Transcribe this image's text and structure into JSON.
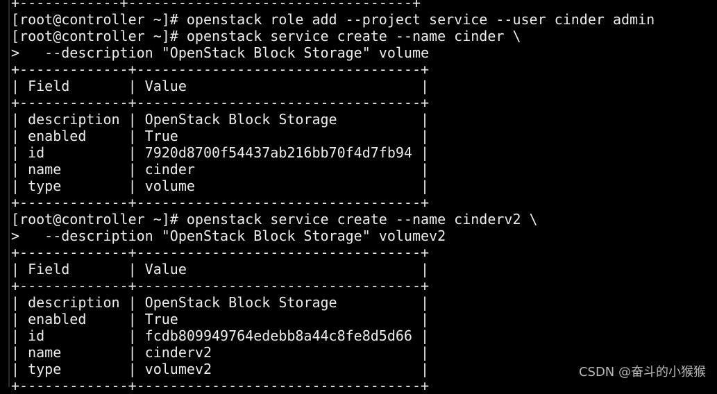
{
  "terminal": {
    "lines": [
      "+------------+----------------------------------+",
      "[root@controller ~]# openstack role add --project service --user cinder admin",
      "[root@controller ~]# openstack service create --name cinder \\",
      ">   --description \"OpenStack Block Storage\" volume",
      "+-------------+----------------------------------+",
      "| Field       | Value                            |",
      "+-------------+----------------------------------+",
      "| description | OpenStack Block Storage          |",
      "| enabled     | True                             |",
      "| id          | 7920d8700f54437ab216bb70f4d7fb94 |",
      "| name        | cinder                           |",
      "| type        | volume                           |",
      "+-------------+----------------------------------+",
      "[root@controller ~]# openstack service create --name cinderv2 \\",
      ">   --description \"OpenStack Block Storage\" volumev2",
      "+-------------+----------------------------------+",
      "| Field       | Value                            |",
      "+-------------+----------------------------------+",
      "| description | OpenStack Block Storage          |",
      "| enabled     | True                             |",
      "| id          | fcdb809949764edebb8a44c8fe8d5d66 |",
      "| name        | cinderv2                         |",
      "| type        | volumev2                         |",
      "+-------------+----------------------------------+"
    ]
  },
  "watermark": "CSDN @奋斗的小猴猴",
  "colors": {
    "background": "#000000",
    "text": "#ececec",
    "watermark": "#b8b8b8"
  }
}
